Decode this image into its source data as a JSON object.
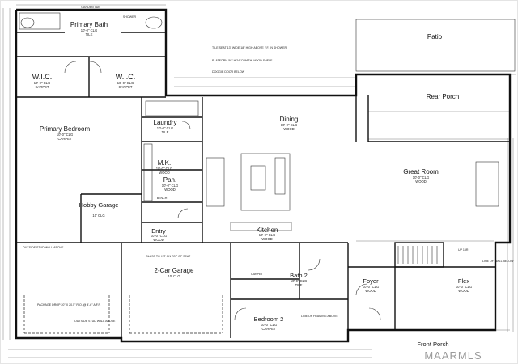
{
  "rooms": {
    "primary_bath": {
      "name": "Primary Bath",
      "size": "10'-0\" CLG",
      "finish": "TILE"
    },
    "garden_tub": {
      "name": "GARDEN TUB"
    },
    "shower": {
      "name": "SHOWER"
    },
    "wic1": {
      "name": "W.I.C.",
      "size": "10'-0\" CLG",
      "finish": "CARPET"
    },
    "wic2": {
      "name": "W.I.C.",
      "size": "10'-0\" CLG",
      "finish": "CARPET"
    },
    "primary_bedroom": {
      "name": "Primary Bedroom",
      "size": "10'-0\" CLG",
      "finish": "CARPET"
    },
    "laundry": {
      "name": "Laundry",
      "size": "10'-0\" CLG",
      "finish": "TILE"
    },
    "dining": {
      "name": "Dining",
      "size": "10'-0\" CLG",
      "finish": "WOOD"
    },
    "mk": {
      "name": "M.K.",
      "size": "10'-0\" CLG",
      "finish": "WOOD"
    },
    "pan": {
      "name": "Pan.",
      "size": "10'-0\" CLG",
      "finish": "WOOD"
    },
    "hobby": {
      "name": "Hobby Garage",
      "size": "10' CLG"
    },
    "entry": {
      "name": "Entry",
      "size": "10'-0\" CLG",
      "finish": "WOOD"
    },
    "kitchen": {
      "name": "Kitchen",
      "size": "10'-0\" CLG",
      "finish": "WOOD"
    },
    "great_room": {
      "name": "Great Room",
      "size": "10'-0\" CLG",
      "finish": "WOOD"
    },
    "rear_porch": {
      "name": "Rear Porch"
    },
    "patio": {
      "name": "Patio"
    },
    "garage": {
      "name": "2-Car Garage",
      "size": "10' CLG"
    },
    "bath2": {
      "name": "Bath 2",
      "size": "10'-0\" CLG",
      "finish": "TILE"
    },
    "foyer": {
      "name": "Foyer",
      "size": "10'-0\" CLG",
      "finish": "WOOD"
    },
    "flex": {
      "name": "Flex",
      "size": "10'-0\" CLG",
      "finish": "WOOD"
    },
    "bedroom2": {
      "name": "Bedroom 2",
      "size": "10'-0\" CLG",
      "finish": "CARPET"
    },
    "front_porch": {
      "name": "Front Porch"
    }
  },
  "notes": {
    "tile_seat": "TILE SEAT 13\" WIDE 18\" HIGH ABOVE F.F. IN SHOWER",
    "platform": "PLATFORM 58\" H 24\" D WITH WOOD SHELF",
    "doggie_door": "DOGGIE DOOR BELOW",
    "outside_stud_wall": "OUTSIDE STUD WALL ABOVE",
    "glass": "GLASS TO HIT ON TOP OF SEAT",
    "package_drop": "PACKAGE DROP 20\" X 20.5\" R.O. @ 4'-6\" A.F.F.",
    "outside_stud_wall2": "OUTSIDE STUD WALL ABOVE",
    "line_of_wall_below": "LINE OF WALL BELOW",
    "line_of_framing_above": "LINE OF FRAMING ABOVE",
    "bench": "BENCH",
    "carpet": "CARPET",
    "up_15r": "UP 15R"
  },
  "watermark": "MAARMLS"
}
